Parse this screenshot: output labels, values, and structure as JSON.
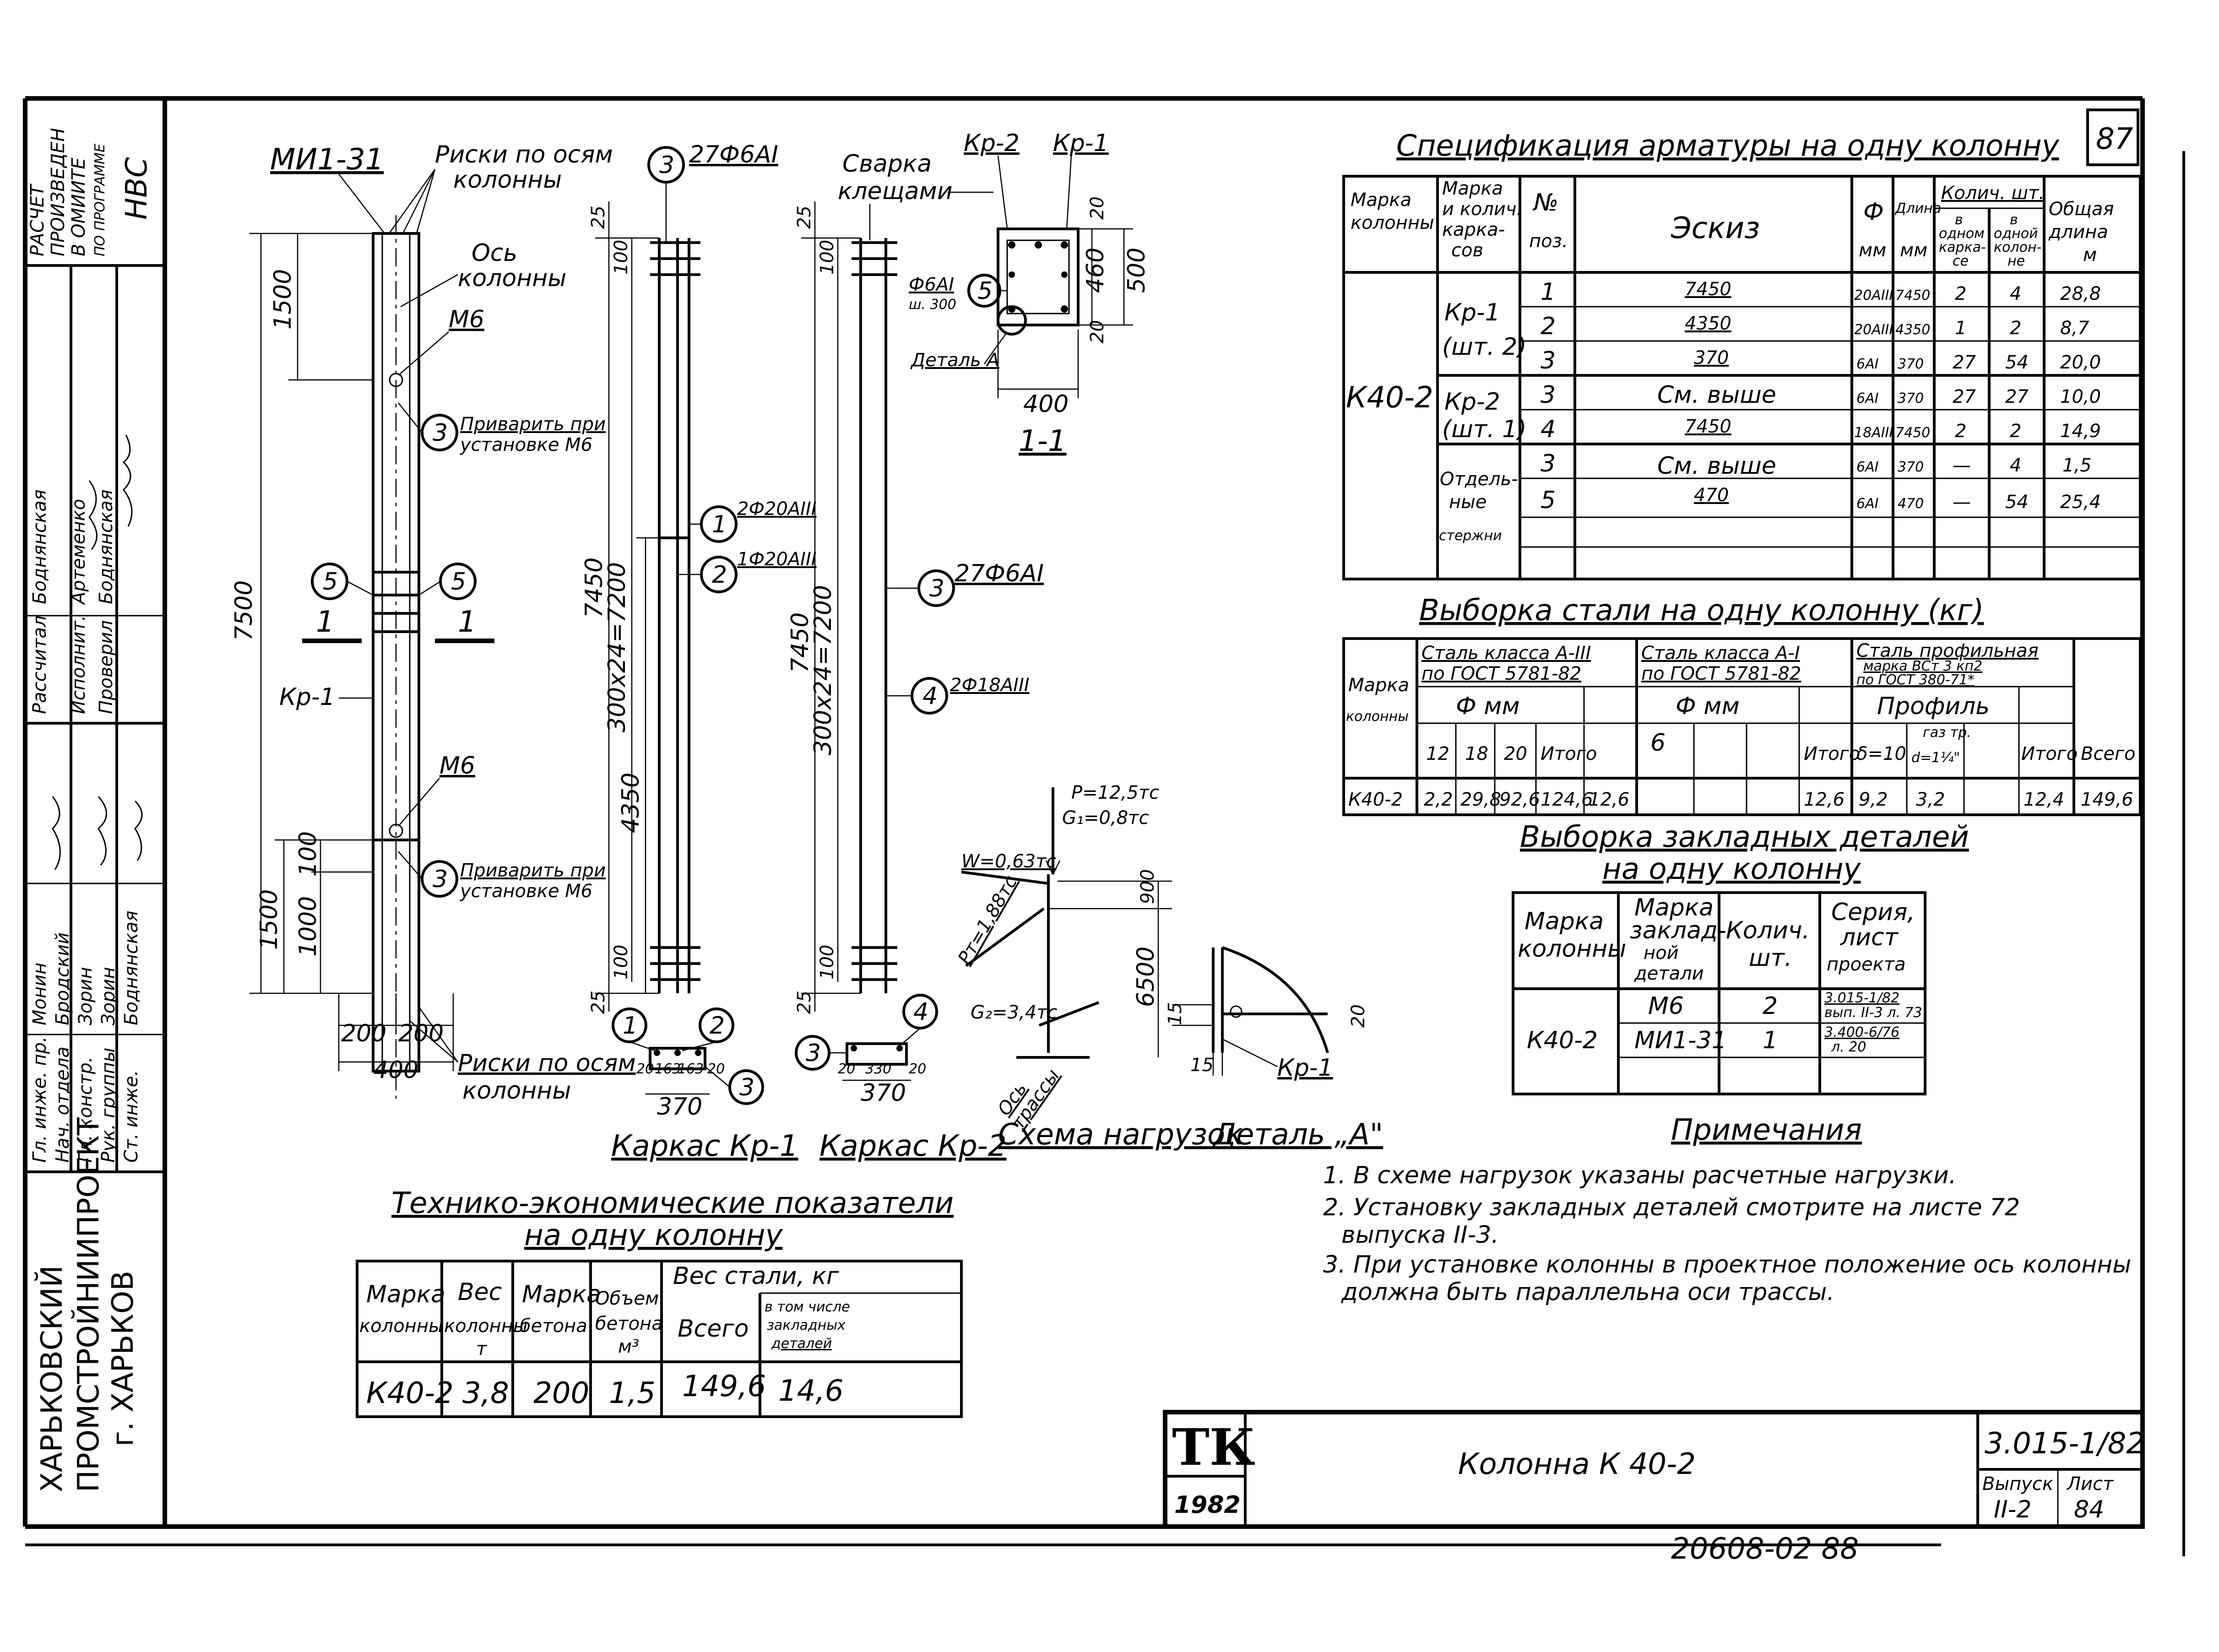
{
  "sheet_number": "87",
  "stamp": {
    "calc_note": [
      "РАСЧЕТ",
      "ПРОИЗВЕДЕН",
      "В ОМИИТЕ",
      "ПО ПРОГРАММЕ",
      "НВС"
    ],
    "roles": [
      "Рассчитал",
      "Исполнит.",
      "Проверил",
      "Гл. инже. пр.",
      "Нач. отдела",
      "Гл. констр.",
      "Рук. группы",
      "Ст. инже."
    ],
    "names": [
      "Боднянская",
      "Артеменко",
      "Боднянская",
      "Монин",
      "Бродский",
      "Зорин",
      "Зорин",
      "Боднянская"
    ],
    "org": [
      "ХАРЬКОВСКИЙ",
      "ПРОМСТРОЙНИИПРОЕКТ",
      "г. ХАРЬКОВ"
    ]
  },
  "drawings": {
    "mi_label": "МИ1-31",
    "risk_top": [
      "Риски по осям",
      "колонны"
    ],
    "risk_bottom": [
      "Риски по осям",
      "колонны"
    ],
    "axis_label": [
      "Ось",
      "колонны"
    ],
    "m6_top": "М6",
    "m6_bottom": "М6",
    "weld_top": [
      "Приварить при",
      "установке М6"
    ],
    "weld_bottom": [
      "Приварить при",
      "установке М6"
    ],
    "kr1_label": "Кр-1",
    "dim_7500": "7500",
    "dim_1500_top": "1500",
    "dim_1500_bot": "1500",
    "dim_100": "100",
    "dim_1000": "1000",
    "dim_200a": "200",
    "dim_200b": "200",
    "dim_400": "400",
    "section_mark": "1",
    "k1": {
      "callout_top": "27Ф6АI",
      "dim_25": "25",
      "dim_100t": "100",
      "dim_7450": "7450",
      "dim_300x24": "300х24=7200",
      "dim_4350": "4350",
      "dim_100b": "100",
      "dim_25b": "25",
      "callout_1": "2Ф20АIII",
      "callout_2": "1Ф20АIII",
      "sec_dims": [
        "20",
        "163",
        "163",
        "20"
      ],
      "sec_370": "370",
      "caption": "Каркас Кр-1"
    },
    "k2": {
      "weld": [
        "Сварка",
        "клещами"
      ],
      "dim_25": "25",
      "dim_100t": "100",
      "dim_7450": "7450",
      "dim_300x24": "300х24=7200",
      "dim_100b": "100",
      "dim_25b": "25",
      "callout_3": "27Ф6АI",
      "callout_4": "2Ф18АIII",
      "sec_dims": [
        "20",
        "330",
        "20"
      ],
      "sec_370": "370",
      "caption": "Каркас Кр-2"
    },
    "section11": {
      "kr2": "Кр-2",
      "kr1": "Кр-1",
      "bar": [
        "Ф6АI",
        "ш. 300"
      ],
      "detail": "Деталь А",
      "dim_20t": "20",
      "dim_460": "460",
      "dim_500": "500",
      "dim_20b": "20",
      "dim_400": "400",
      "title": "1-1"
    },
    "loads": {
      "p": "P=12,5тс",
      "g1": "G₁=0,8тс",
      "w": "W=0,63тс",
      "pt": "Pт=1,88тс",
      "g2": "G₂=3,4тс",
      "dim_900": "900",
      "dim_6500": "6500",
      "axis": [
        "Ось",
        "трассы"
      ],
      "caption": "Схема нагрузок"
    },
    "detailA": {
      "dim_15a": "15",
      "dim_15b": "15",
      "dim_20": "20",
      "kr1": "Кр-1",
      "caption": "Деталь „А\""
    }
  },
  "spec_table": {
    "title": "Спецификация арматуры на одну колонну",
    "headers": {
      "mark": [
        "Марка",
        "колонны"
      ],
      "frame": [
        "Марка",
        "и колич.",
        "карка-",
        "сов"
      ],
      "pos": [
        "№",
        "поз."
      ],
      "sketch": "Эскиз",
      "dia": [
        "Ф",
        "мм"
      ],
      "length": [
        "Длина",
        "мм"
      ],
      "qty": "Колич. шт.",
      "qty_frame": [
        "в",
        "одном",
        "карка-",
        "се"
      ],
      "qty_col": [
        "в",
        "одной",
        "колон-",
        "не"
      ],
      "total": [
        "Общая",
        "длина",
        "м"
      ]
    },
    "column_mark": "К40-2",
    "groups": [
      {
        "name": [
          "Кр-1",
          "(шт. 2)"
        ]
      },
      {
        "name": [
          "Кр-2",
          "(шт. 1)"
        ]
      },
      {
        "name": [
          "Отдель-",
          "ные",
          "стержни"
        ]
      }
    ],
    "rows": [
      {
        "pos": "1",
        "sketch": "7450",
        "dia": "20АIII",
        "len": "7450",
        "qf": "2",
        "qc": "4",
        "total": "28,8"
      },
      {
        "pos": "2",
        "sketch": "4350",
        "dia": "20АIII",
        "len": "4350",
        "qf": "1",
        "qc": "2",
        "total": "8,7"
      },
      {
        "pos": "3",
        "sketch": "370",
        "dia": "6АI",
        "len": "370",
        "qf": "27",
        "qc": "54",
        "total": "20,0"
      },
      {
        "pos": "3",
        "sketch": "См. выше",
        "dia": "6АI",
        "len": "370",
        "qf": "27",
        "qc": "27",
        "total": "10,0"
      },
      {
        "pos": "4",
        "sketch": "7450",
        "dia": "18АIII",
        "len": "7450",
        "qf": "2",
        "qc": "2",
        "total": "14,9"
      },
      {
        "pos": "3",
        "sketch": "См. выше",
        "dia": "6АI",
        "len": "370",
        "qf": "—",
        "qc": "4",
        "total": "1,5"
      },
      {
        "pos": "5",
        "sketch": "470",
        "dia": "6АI",
        "len": "470",
        "qf": "—",
        "qc": "54",
        "total": "25,4"
      }
    ]
  },
  "steel_table": {
    "title": "Выборка стали на одну колонну (кг)",
    "mark_header": [
      "Марка",
      "колонны"
    ],
    "group1": [
      "Сталь класса А-III",
      "по ГОСТ 5781-82"
    ],
    "group2": [
      "Сталь класса А-I",
      "по ГОСТ 5781-82"
    ],
    "group3": [
      "Сталь профильная",
      "марка ВСт 3 кп2",
      "по ГОСТ 380-71*"
    ],
    "dia1": "Ф мм",
    "dia2": "Ф мм",
    "profile": "Профиль",
    "sub1": [
      "12",
      "18",
      "20",
      "Итого"
    ],
    "sub2": [
      "6",
      "",
      "",
      "Итого"
    ],
    "sub3": [
      "δ=10",
      "d=1¼\"",
      "",
      "Итого"
    ],
    "gas_note": "газ тр.",
    "total_header": "Всего",
    "row": [
      "К40-2",
      "2,2",
      "29,8",
      "92,6",
      "124,6",
      "12,6",
      "",
      "",
      "12,6",
      "9,2",
      "3,2",
      "",
      "12,4",
      "149,6"
    ]
  },
  "embedded_table": {
    "title": [
      "Выборка закладных деталей",
      "на одну колонну"
    ],
    "headers": [
      [
        "Марка",
        "колонны"
      ],
      [
        "Марка",
        "заклад-",
        "ной",
        "детали"
      ],
      [
        "Колич.",
        "шт."
      ],
      [
        "Серия,",
        "лист",
        "проекта"
      ]
    ],
    "column_mark": "К40-2",
    "rows": [
      {
        "mark": "М6",
        "qty": "2",
        "series": [
          "3.015-1/82",
          "вып. II-3 л. 73"
        ]
      },
      {
        "mark": "МИ1-31",
        "qty": "1",
        "series": [
          "3.400-6/76",
          "л. 20"
        ]
      }
    ]
  },
  "notes": {
    "title": "Примечания",
    "items": [
      "1. В схеме нагрузок указаны расчетные нагрузки.",
      "2. Установку закладных деталей смотрите на листе 72",
      "выпуска II-3.",
      "3. При установке колонны в проектное положение ось колонны",
      "должна быть параллельна оси трассы."
    ]
  },
  "tech_table": {
    "title": [
      "Технико-экономические показатели",
      "на одну колонну"
    ],
    "headers": {
      "mark": [
        "Марка",
        "колонны"
      ],
      "weight": [
        "Вес",
        "колонны",
        "т"
      ],
      "concrete": [
        "Марка",
        "бетона"
      ],
      "volume": [
        "Объем",
        "бетона",
        "м³"
      ],
      "steel": "Вес стали, кг",
      "all": "Всего",
      "embedded": [
        "в том числе",
        "закладных",
        "деталей"
      ]
    },
    "row": [
      "К40-2",
      "3,8",
      "200",
      "1,5",
      "149,6",
      "14,6"
    ]
  },
  "title_block": {
    "logo": "ТК",
    "year": "1982",
    "name": "Колонна К 40-2",
    "code": "3.015-1/82",
    "issue_label": "Выпуск",
    "issue": "II-2",
    "sheet_label": "Лист",
    "sheet": "84"
  },
  "bottom_code": "20608-02 88"
}
